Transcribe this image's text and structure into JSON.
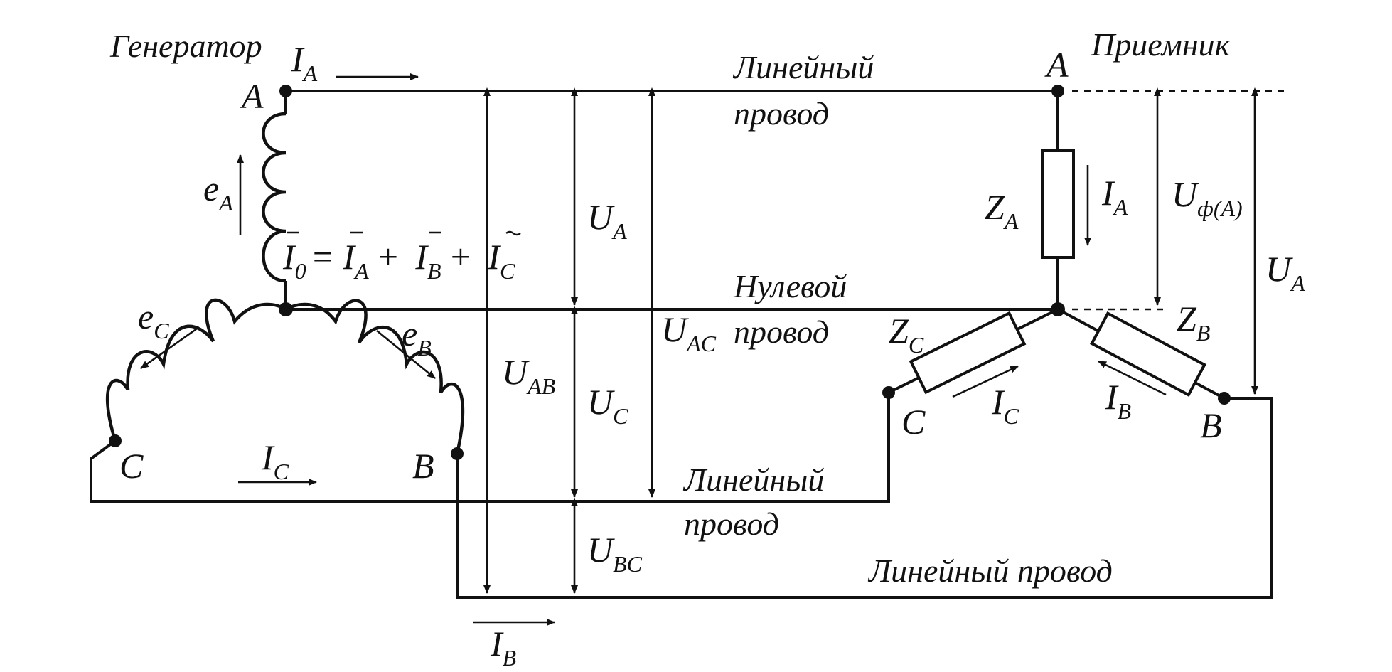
{
  "generator": {
    "title": "Генератор",
    "node_a": "A",
    "node_b": "B",
    "node_c": "C",
    "emf_a": {
      "main": "e",
      "sub": "A"
    },
    "emf_b": {
      "main": "e",
      "sub": "B"
    },
    "emf_c": {
      "main": "e",
      "sub": "C"
    }
  },
  "receiver": {
    "title": "Приемник",
    "node_a": "A",
    "node_b": "B",
    "node_c": "C",
    "z_a": {
      "main": "Z",
      "sub": "A"
    },
    "z_b": {
      "main": "Z",
      "sub": "B"
    },
    "z_c": {
      "main": "Z",
      "sub": "C"
    },
    "phase_voltage": {
      "main": "U",
      "sub": "ф(A)"
    },
    "voltage_a": {
      "main": "U",
      "sub": "A"
    }
  },
  "currents": {
    "i_a_top": {
      "main": "I",
      "sub": "A"
    },
    "i_a_load": {
      "main": "I",
      "sub": "A"
    },
    "i_b_bottom": {
      "main": "I",
      "sub": "B"
    },
    "i_b_load": {
      "main": "I",
      "sub": "B"
    },
    "i_c_line": {
      "main": "I",
      "sub": "C"
    },
    "i_c_load": {
      "main": "I",
      "sub": "C"
    }
  },
  "neutral_equation": {
    "i0": {
      "main": "I",
      "sub": "0"
    },
    "eq": "=",
    "ia": {
      "main": "I",
      "sub": "A"
    },
    "plus1": "+",
    "ib": {
      "main": "I",
      "sub": "B"
    },
    "plus2": "+",
    "ic": {
      "main": "I",
      "sub": "C"
    }
  },
  "voltages": {
    "u_a": {
      "main": "U",
      "sub": "A"
    },
    "u_ab": {
      "main": "U",
      "sub": "AB"
    },
    "u_ac": {
      "main": "U",
      "sub": "AC"
    },
    "u_c": {
      "main": "U",
      "sub": "C"
    },
    "u_bc": {
      "main": "U",
      "sub": "BC"
    }
  },
  "wire_labels": {
    "line_top_1": "Линейный",
    "line_top_2": "провод",
    "neutral_1": "Нулевой",
    "neutral_2": "провод",
    "line_mid_1": "Линейный",
    "line_mid_2": "провод",
    "line_bottom": "Линейный провод"
  }
}
